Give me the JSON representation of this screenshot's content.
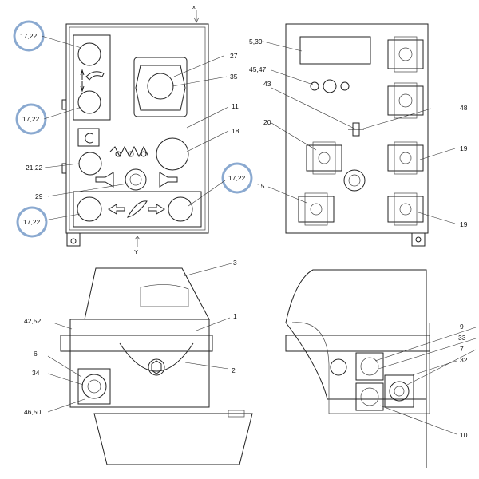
{
  "labels": {
    "x_axis": "x",
    "y_axis": "Y",
    "l17_22_a": "17,22",
    "l17_22_b": "17,22",
    "l17_22_c": "17,22",
    "l17_22_d": "17,22",
    "l21_22": "21,22",
    "l29": "29",
    "l27": "27",
    "l35": "35",
    "l11": "11",
    "l18": "18",
    "l5_39": "5,39",
    "l45_47": "45,47",
    "l43": "43",
    "l48": "48",
    "l20": "20",
    "l19_a": "19",
    "l19_b": "19",
    "l15": "15",
    "l3": "3",
    "l1": "1",
    "l2": "2",
    "l42_52": "42,52",
    "l6": "6",
    "l34": "34",
    "l46_50": "46,50",
    "l9": "9",
    "l33": "33",
    "l7": "7",
    "l32": "32",
    "l10": "10"
  },
  "colors": {
    "highlight_ring": "#8aa9d0",
    "line": "#222222"
  }
}
